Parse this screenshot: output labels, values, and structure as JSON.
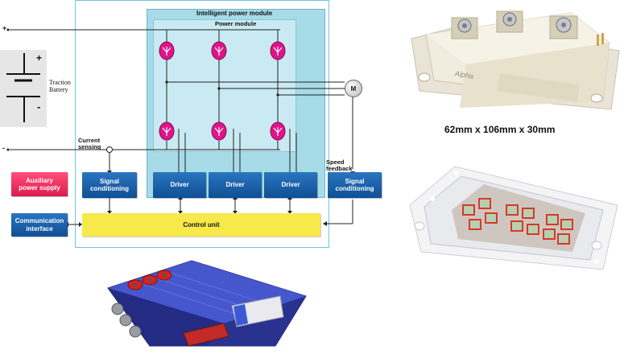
{
  "diagram": {
    "ipm_title": "Intelligent power module",
    "pm_title": "Power module",
    "motor_label": "M",
    "battery_label": "Traction\nBattery",
    "plus_sign": "+",
    "minus_sign": "-",
    "current_sensing": "Current\nsensing",
    "speed_feedback": "Speed\nfeedback",
    "blocks": {
      "aux_power": "Auxiliary\npower supply",
      "comm_interface": "Communication\ninterface",
      "signal_cond_left": "Signal\nconditioning",
      "signal_cond_right": "Signal\nconditioning",
      "driver_1": "Driver",
      "driver_2": "Driver",
      "driver_3": "Driver",
      "control_unit": "Control unit"
    }
  },
  "module_photo": {
    "brand": "Alpha",
    "dimensions": "62mm x 106mm x 30mm"
  },
  "colors": {
    "ipm_fill": "#a6dbe7",
    "pm_fill": "#c9eaf2",
    "block_blue": "#1a5ea8",
    "block_red": "#e8245a",
    "block_yellow": "#f7e94a",
    "switch_magenta": "#e0148a"
  }
}
